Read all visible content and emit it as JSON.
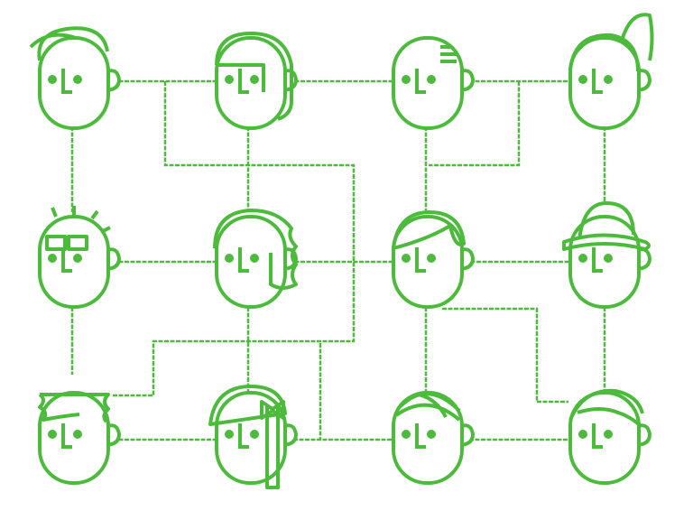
{
  "colors": {
    "stroke": "#4cbb3c",
    "background": "#ffffff"
  },
  "people": [
    {
      "hair": "quiff"
    },
    {
      "hair": "bob"
    },
    {
      "hair": "bald-lines"
    },
    {
      "hair": "ponytail"
    },
    {
      "hair": "spiky-glasses"
    },
    {
      "hair": "curly"
    },
    {
      "hair": "side-part"
    },
    {
      "hair": "hat"
    },
    {
      "hair": "flat-top"
    },
    {
      "hair": "bow"
    },
    {
      "hair": "cap"
    },
    {
      "hair": "swoop"
    }
  ]
}
